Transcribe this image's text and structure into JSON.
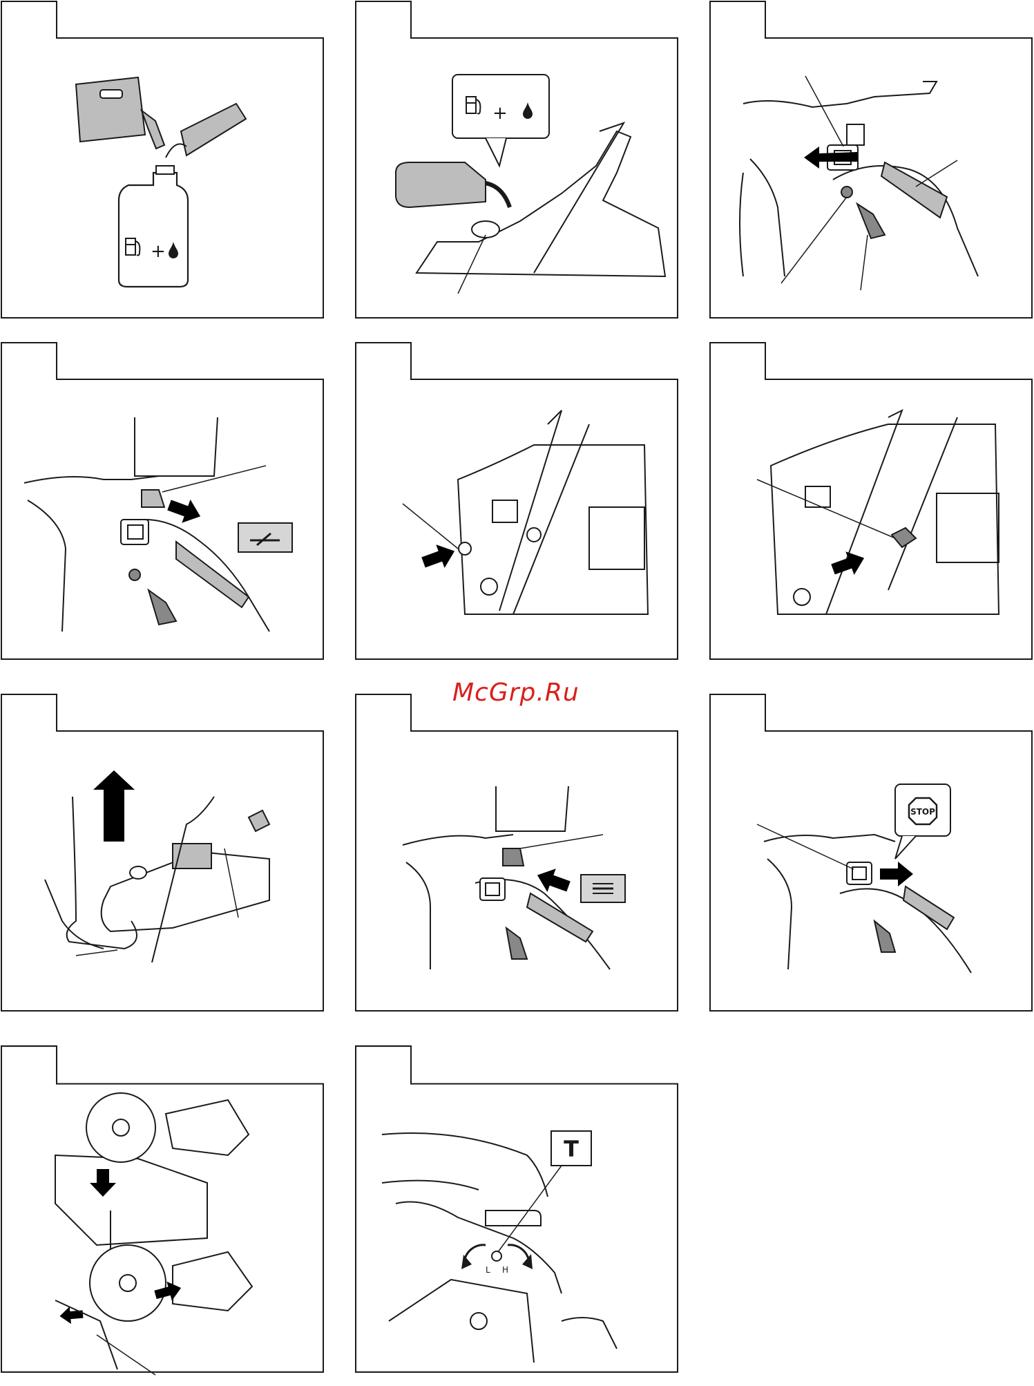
{
  "watermark": "McGrp.Ru",
  "panels": [
    {
      "id": 1,
      "symbol": "+"
    },
    {
      "id": 2,
      "symbol": "+"
    },
    {
      "id": 3
    },
    {
      "id": 4
    },
    {
      "id": 5
    },
    {
      "id": 6
    },
    {
      "id": 7
    },
    {
      "id": 8
    },
    {
      "id": 9,
      "sign": "STOP"
    },
    {
      "id": 10
    },
    {
      "id": 11,
      "adjust_label": "T",
      "screw_marks": [
        "L",
        "H"
      ]
    }
  ],
  "colors": {
    "line": "#1a1a1a",
    "fill_gray": "#bdbdbd",
    "arrow": "#000000",
    "watermark": "#d8201c"
  }
}
